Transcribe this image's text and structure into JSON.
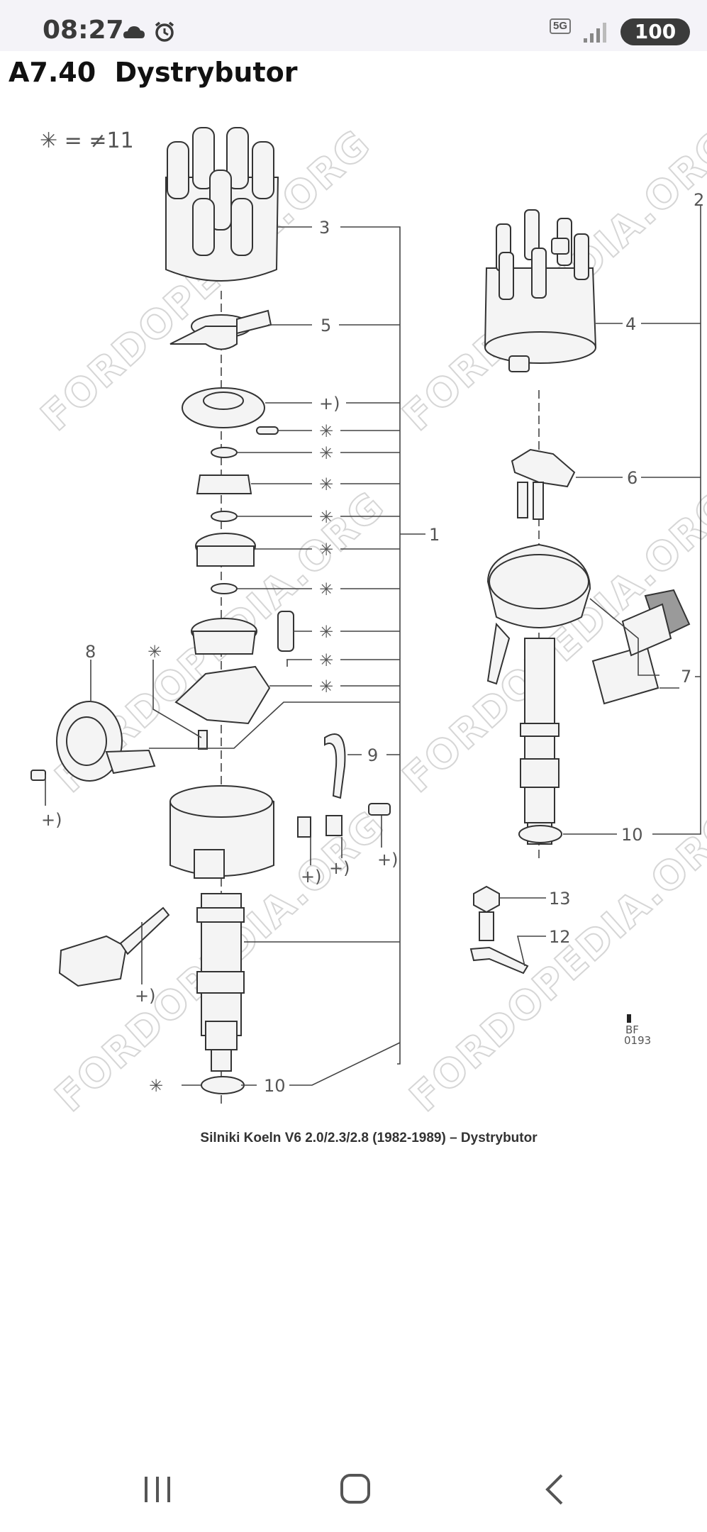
{
  "status_bar": {
    "time": "08:27",
    "network": "5G",
    "battery": "100",
    "left_icons": [
      "cloud-icon",
      "alarm-icon"
    ],
    "right_icons": [
      "network-5g-icon",
      "signal-icon",
      "battery-icon"
    ]
  },
  "page": {
    "title": "A7.40  Dystrybutor",
    "caption": "Silniki Koeln V6 2.0/2.3/2.8 (1982-1989) – Dystrybutor"
  },
  "diagram": {
    "legend": "✳ = ≠11",
    "watermark": "FORDOPEDIA.ORG",
    "callouts": {
      "c1": "1",
      "c2": "2",
      "c3": "3",
      "c4": "4",
      "c5": "5",
      "c6": "6",
      "c7": "7",
      "c8": "8",
      "c9": "9",
      "c10a": "10",
      "c10b": "10",
      "c12": "12",
      "c13": "13",
      "plus": "+)",
      "star": "✳"
    },
    "drawing_code": [
      "BF",
      "0193"
    ]
  },
  "nav_bar": {
    "buttons": [
      "recent-apps",
      "home",
      "back"
    ]
  }
}
